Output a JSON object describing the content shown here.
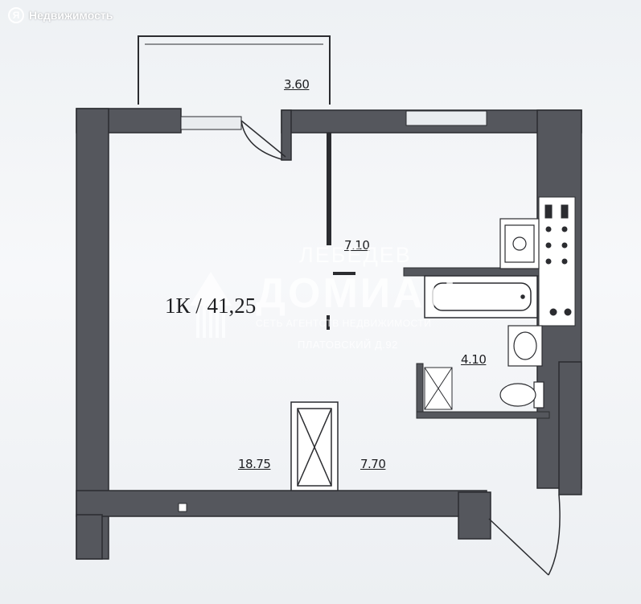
{
  "source_bar": {
    "logo_letter": "Я",
    "service_name": "Недвижимость"
  },
  "plan": {
    "apartment_label": "1К / 41,25",
    "areas": {
      "balcony": "3.60",
      "kitchen": "7.10",
      "room": "18.75",
      "hallway": "7.70",
      "bathroom": "4.10"
    },
    "colors": {
      "wall": "#55575d",
      "line": "#2b2c30",
      "fixture": "#ffffff"
    }
  },
  "watermark": {
    "line1": "ЛЕБЕДЕВ",
    "line2": "ДОМИАН",
    "line3": "СЕТЬ АГЕНТСТВ НЕДВИЖИМОСТИ",
    "line4": "ПЛАТОВСКИЙ Д.92"
  }
}
